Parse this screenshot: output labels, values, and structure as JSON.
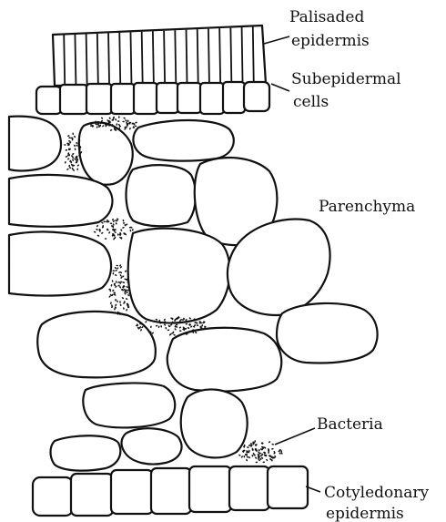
{
  "labels": {
    "palisaded_line1": "Palisaded",
    "palisaded_line2": "epidermis",
    "subepidermal_line1": "Subepidermal",
    "subepidermal_line2": "cells",
    "parenchyma": "Parenchyma",
    "bacteria": "Bacteria",
    "cotyledonary_line1": "Cotyledonary",
    "cotyledonary_line2": "epidermis"
  }
}
